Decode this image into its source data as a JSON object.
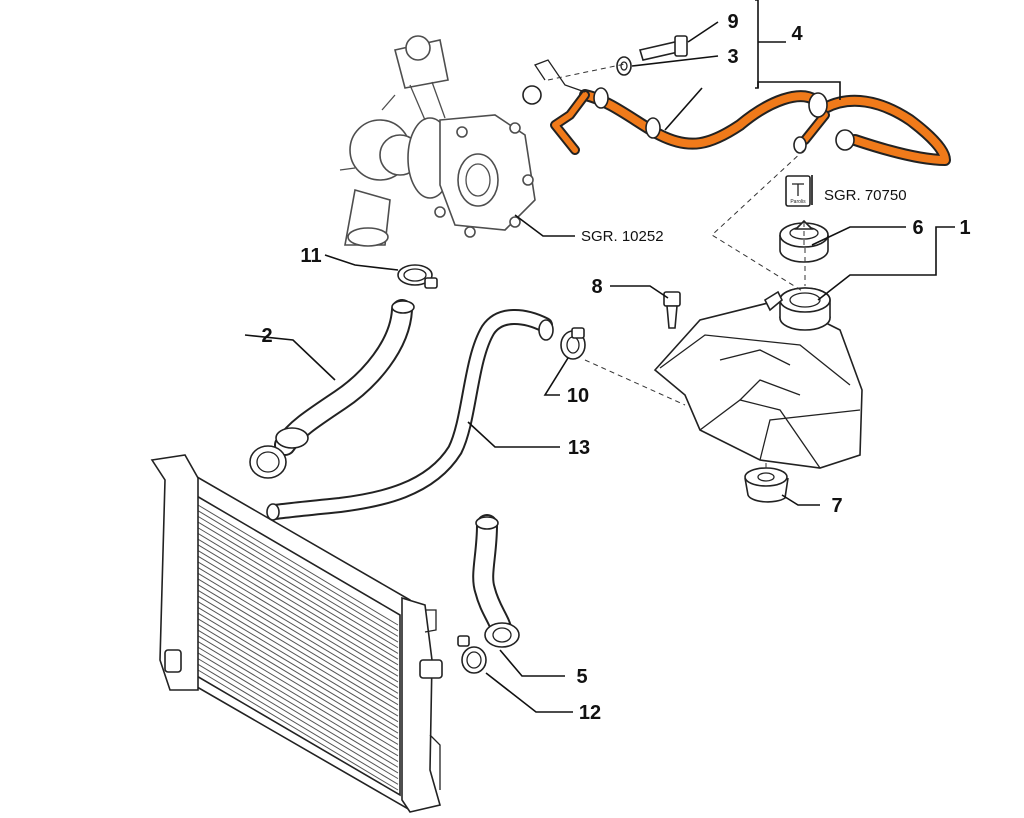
{
  "colors": {
    "highlight": "#f07a1a",
    "ink": "#222222"
  },
  "callouts": {
    "c1": "1",
    "c2": "2",
    "c3": "3",
    "c4": "4",
    "c5": "5",
    "c6": "6",
    "c7": "7",
    "c8": "8",
    "c9": "9",
    "c10": "10",
    "c11": "11",
    "c12": "12",
    "c13": "13"
  },
  "references": {
    "turbo": "SGR. 10252",
    "cap": "SGR. 70750"
  }
}
